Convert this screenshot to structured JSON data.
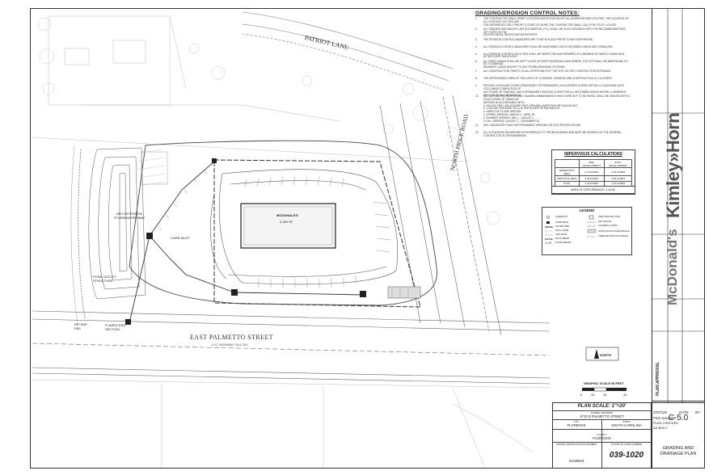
{
  "notes": {
    "title": "GRADING/EROSION CONTROL NOTES:",
    "items": [
      {
        "num": "1.",
        "lines": [
          "THE CONTRACTOR SHALL VERIFY LOCATION AND ELEVATION OF ALL UNDERGROUND UTILITIES. THE LOCATION OF ALL EXISTING UTILITIES ARE",
          "FOR REFERENCE ONLY. PRIOR TO START OF WORK THE CONTRACTOR SHALL CALL FOR UTILITY LOCATE."
        ]
      },
      {
        "num": "2.",
        "lines": [
          "ALL GRADING AND BACKFILLING (EXCAVATION, ETC.) SHALL BE IN ACCORDANCE WITH THE RECOMMENDATIONS SET FORTH IN THE",
          "GEOTECHNICAL INVESTIGATION REPORTS."
        ]
      },
      {
        "num": "3.",
        "lines": [
          "THE EROSION CONTROL MEASURES ARE TO BE IN PLACE PRIOR TO ANY EARTHWORK."
        ]
      },
      {
        "num": "4.",
        "lines": [
          "ALL EROSION CONTROL MEASURES SHALL BE MAINTAINED UNTIL DISTURBED AREAS ARE STABILIZED."
        ]
      },
      {
        "num": "5.",
        "lines": [
          "ALL EROSION CONTROL FACILITIES SHALL BE INSPECTED AND REPAIRED AT A MINIMUM OF WEEKLY BASIS AND AFTER EVERY RAIN EVENT."
        ]
      },
      {
        "num": "6.",
        "lines": [
          "ALL PAVED AREAS SHALL BE KEPT CLEAR OF EARTH MATERIALS AND DEBRIS. THE SITE SHALL BE MAINTAINED SO AS TO MINIMIZE",
          "SEDIMENT LADEN RUNOFF TO ANY STORM DRAINAGE SYSTEMS."
        ]
      },
      {
        "num": "7.",
        "lines": [
          "ALL CONSTRUCTION TRAFFIC SHALL ENTER AND EXIT THE SITE VIA THE CONSTRUCTION ENTRANCE."
        ]
      },
      {
        "num": "8.",
        "lines": [
          "THE APPROXIMATE AREA OF THE LIMITS OF CLEARING, GRADING AND CONSTRUCTION IS 1.44 ACRES."
        ]
      },
      {
        "num": "9.",
        "lines": [
          "PROVIDE A GROUND COVER (TEMPORARY OR PERMANENT) ON EXPOSED SLOPES WITHIN 14 CALENDAR DAYS FOLLOWING COMPLETION OF",
          "ANY PHASE OF GRADING, AND A PERMANENT GROUND COVER FOR ALL DISTURBED AREAS WITHIN 14 WORKING DAYS OR 90 CALENDAR DAYS."
        ]
      },
      {
        "num": "10.",
        "lines": [
          "ALL CUT AND FILL SLOPES AND CHANNEL EMBANKMENTS WHICH ARE NOT TO BE PAVED, SHALL BE SEEDED WITH A GOOD STAND OF GRASS AS",
          "DEFINED IN ACCORDANCE WITH:",
          "a. 150 LBS PER 1,000 SQUARE FEET GROUND LIMESTONE OR EQUIVALENT.",
          "b. 1,000 LBS PER ACRE 10-10-10 FERTILIZER OR EQUIVALENT.",
          "c. HARDTYLE FLUME SEEDED:",
          "   1. SPRING SEEDING: MARCH 1 - APRIL 30.",
          "   2. SUMMER SEEDING: MAY 1 - AUGUST 1.",
          "   3. FALL SEEDING: AUGUST 1 - NOVEMBER 30."
        ]
      },
      {
        "num": "11.",
        "lines": [
          "SEE LANDSCAPE PLAN FOR PERMANENT SEEDING OR SOD SPECIFICATIONS."
        ]
      },
      {
        "num": "12.",
        "lines": [
          "ALL ELEVATIONS SHOWN ARE IN REFERENCE TO THE BENCHMARK AND MUST BE VERIFIED BY THE GENERAL CONTRACTOR AT GROUNDBREAK."
        ]
      }
    ]
  },
  "impervious": {
    "title": "IMPERVIOUS CALCULATIONS",
    "headers": [
      "",
      "PRE-DEVELOPMENT",
      "POST-DEVELOPMENT"
    ],
    "rows": [
      [
        "IMPERVIOUS AREA",
        "0.76 ACRES",
        "0.96 ACRES"
      ],
      [
        "PERVIOUS AREA",
        "0.68 ACRES",
        "0.48 ACRES"
      ],
      [
        "TOTAL",
        "1.44 ACRES",
        "1.44 ACRES"
      ]
    ],
    "disturbed": "AREA OF DISTURBANCE: 1.44 AC"
  },
  "legend": {
    "title": "LEGEND",
    "items": [
      {
        "label": "CLEANOUT"
      },
      {
        "label": "CURB INLET"
      },
      {
        "label": "STORM PIPE"
      },
      {
        "label": "SPILL CURB"
      },
      {
        "label": "CONTOUR"
      },
      {
        "label": "ROCK BERM"
      },
      {
        "label": "FLOW ARROW"
      },
      {
        "label": "INLET PROTECTION"
      },
      {
        "label": "SILT FENCE"
      },
      {
        "label": "CLEARING LIMITS"
      },
      {
        "label": "CONSTRUCTION ENTRANCE"
      },
      {
        "label": "TREE PROTECTION FENCE"
      }
    ]
  },
  "plan": {
    "streets": {
      "patriot": "PATRIOT LANE",
      "price": "NORTH PRICE ROAD",
      "palmetto": "EAST PALMETTO STREET",
      "palmetto_sub": "U.S. HIGHWAY 76 & 301"
    },
    "labels": {
      "detention": "DRY DETENTION STORMWATER BMP",
      "curb_inlet": "CURB INLET",
      "pond_outlet": "POND OUTLET STRUCTURE",
      "flared_end": "FLARED END SECTION",
      "riprap": "RIP RAP PAD",
      "building": "MCDONALD'S",
      "building_sub": "4,350 SF",
      "north": "NORTH"
    },
    "colors": {
      "line": "#333333",
      "light": "#9a9a9a",
      "hatch": "#b0b0b0"
    }
  },
  "scale": {
    "label": "GRAPHIC SCALE IN FEET",
    "marks": [
      "0",
      "10",
      "20",
      "40"
    ]
  },
  "title_block": {
    "plan_scale": "PLAN SCALE: 1\"=20'",
    "street_address_label": "STREET ADDRESS",
    "street_address": "4710 E PALMETTO STREET",
    "city_label": "CITY",
    "city": "FLORENCE",
    "state_label": "STATE",
    "state": "SOUTH CAROLINA",
    "county_label": "COUNTY",
    "county": "FLORENCE",
    "parcel_label": "PARCEL IDENTIFICATION NUMBER",
    "parcel": "01199619",
    "location_label": "LOCATION CODE NUMBER",
    "location": "039-1020",
    "sheet_number": "C-5.0",
    "sheet_title_1": "GRADING AND",
    "sheet_title_2": "DRAINAGE PLAN",
    "plan_approval": "PLAN APPROVAL",
    "status_label": "STATUS",
    "date_label": "DATE",
    "by_label": "BY",
    "status_rows": [
      "PRELIMINARY",
      "PLAN CHECKED",
      "AS-BUILT"
    ]
  },
  "brand": {
    "kimley": "Kimley",
    "horn": "Horn",
    "mcd": "McDonald's",
    "kimley_color": "#555555",
    "mcd_color": "#666666"
  }
}
